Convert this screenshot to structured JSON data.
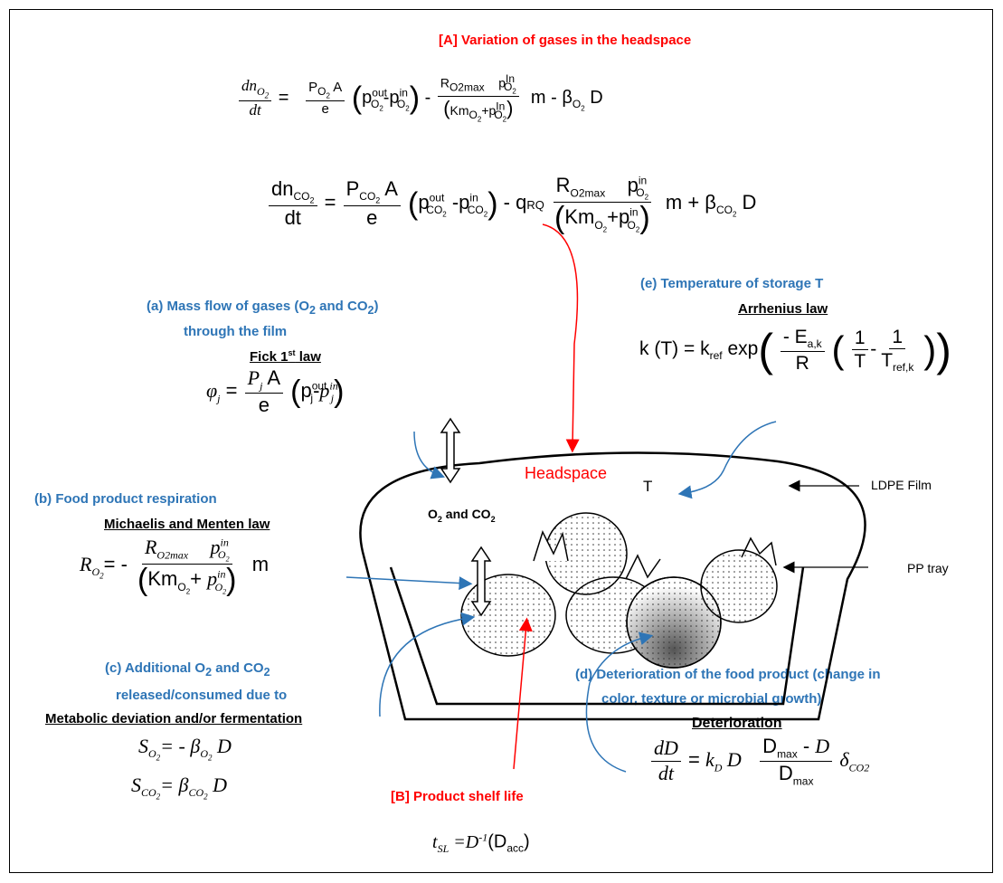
{
  "titles": {
    "A": "[A] Variation of gases in the headspace",
    "B": "[B] Product shelf life"
  },
  "sections": {
    "a_line1": "(a)    Mass flow of gases (O",
    "a_sub1": "2",
    "a_mid": " and CO",
    "a_sub2": "2",
    "a_end": ")",
    "a_line2": "through the film",
    "a_law": "Fick 1",
    "a_law_sup": "st",
    "a_law_end": " law",
    "b_title": "(b) Food product respiration",
    "b_law": "Michaelis and Menten law",
    "c_line1_pre": "(c) Additional O",
    "c_line1_sub1": "2",
    "c_line1_mid": " and CO",
    "c_line1_sub2": "2",
    "c_line2": "released/consumed due to",
    "c_law": "Metabolic deviation and/or fermentation",
    "d_line1": "(d) Deterioration of the food product (change in",
    "d_line2": "color, texture or microbial growth)",
    "d_law": "Deterioration",
    "e_title": "(e) Temperature of storage T",
    "e_law": "Arrhenius law"
  },
  "diagram": {
    "headspace": "Headspace",
    "temp": "T",
    "gases_pre": "O",
    "gases_sub1": "2",
    "gases_mid": " and CO",
    "gases_sub2": "2",
    "ldpe": "LDPE Film",
    "pp": "PP tray"
  },
  "colors": {
    "red": "#ff0000",
    "blue": "#2e75b6",
    "black": "#000000"
  }
}
